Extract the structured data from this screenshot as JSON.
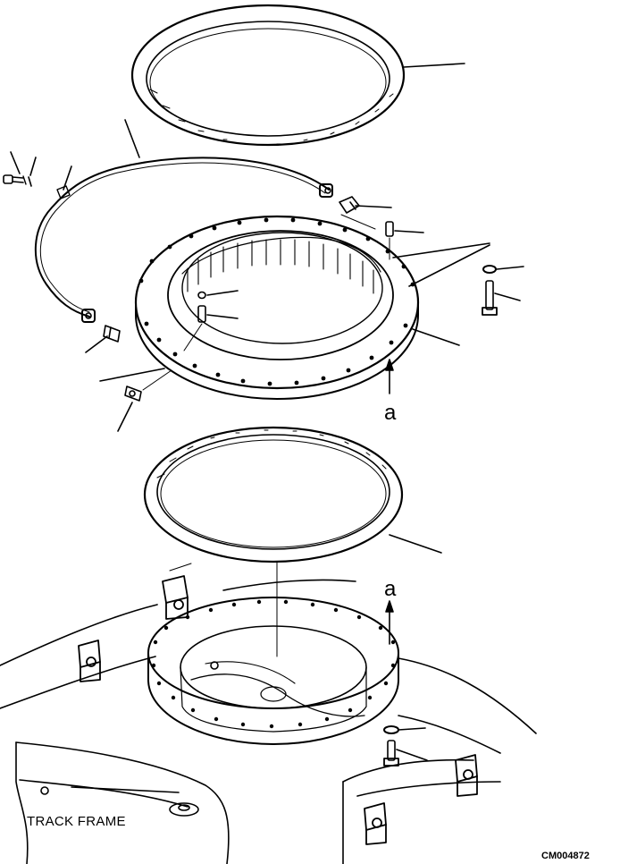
{
  "labels": {
    "track_frame": "TRACK FRAME",
    "drawing_code": "CM004872",
    "view_mark_top": "a",
    "view_mark_bottom": "a"
  },
  "colors": {
    "ink": "#000000",
    "paper": "#ffffff"
  }
}
